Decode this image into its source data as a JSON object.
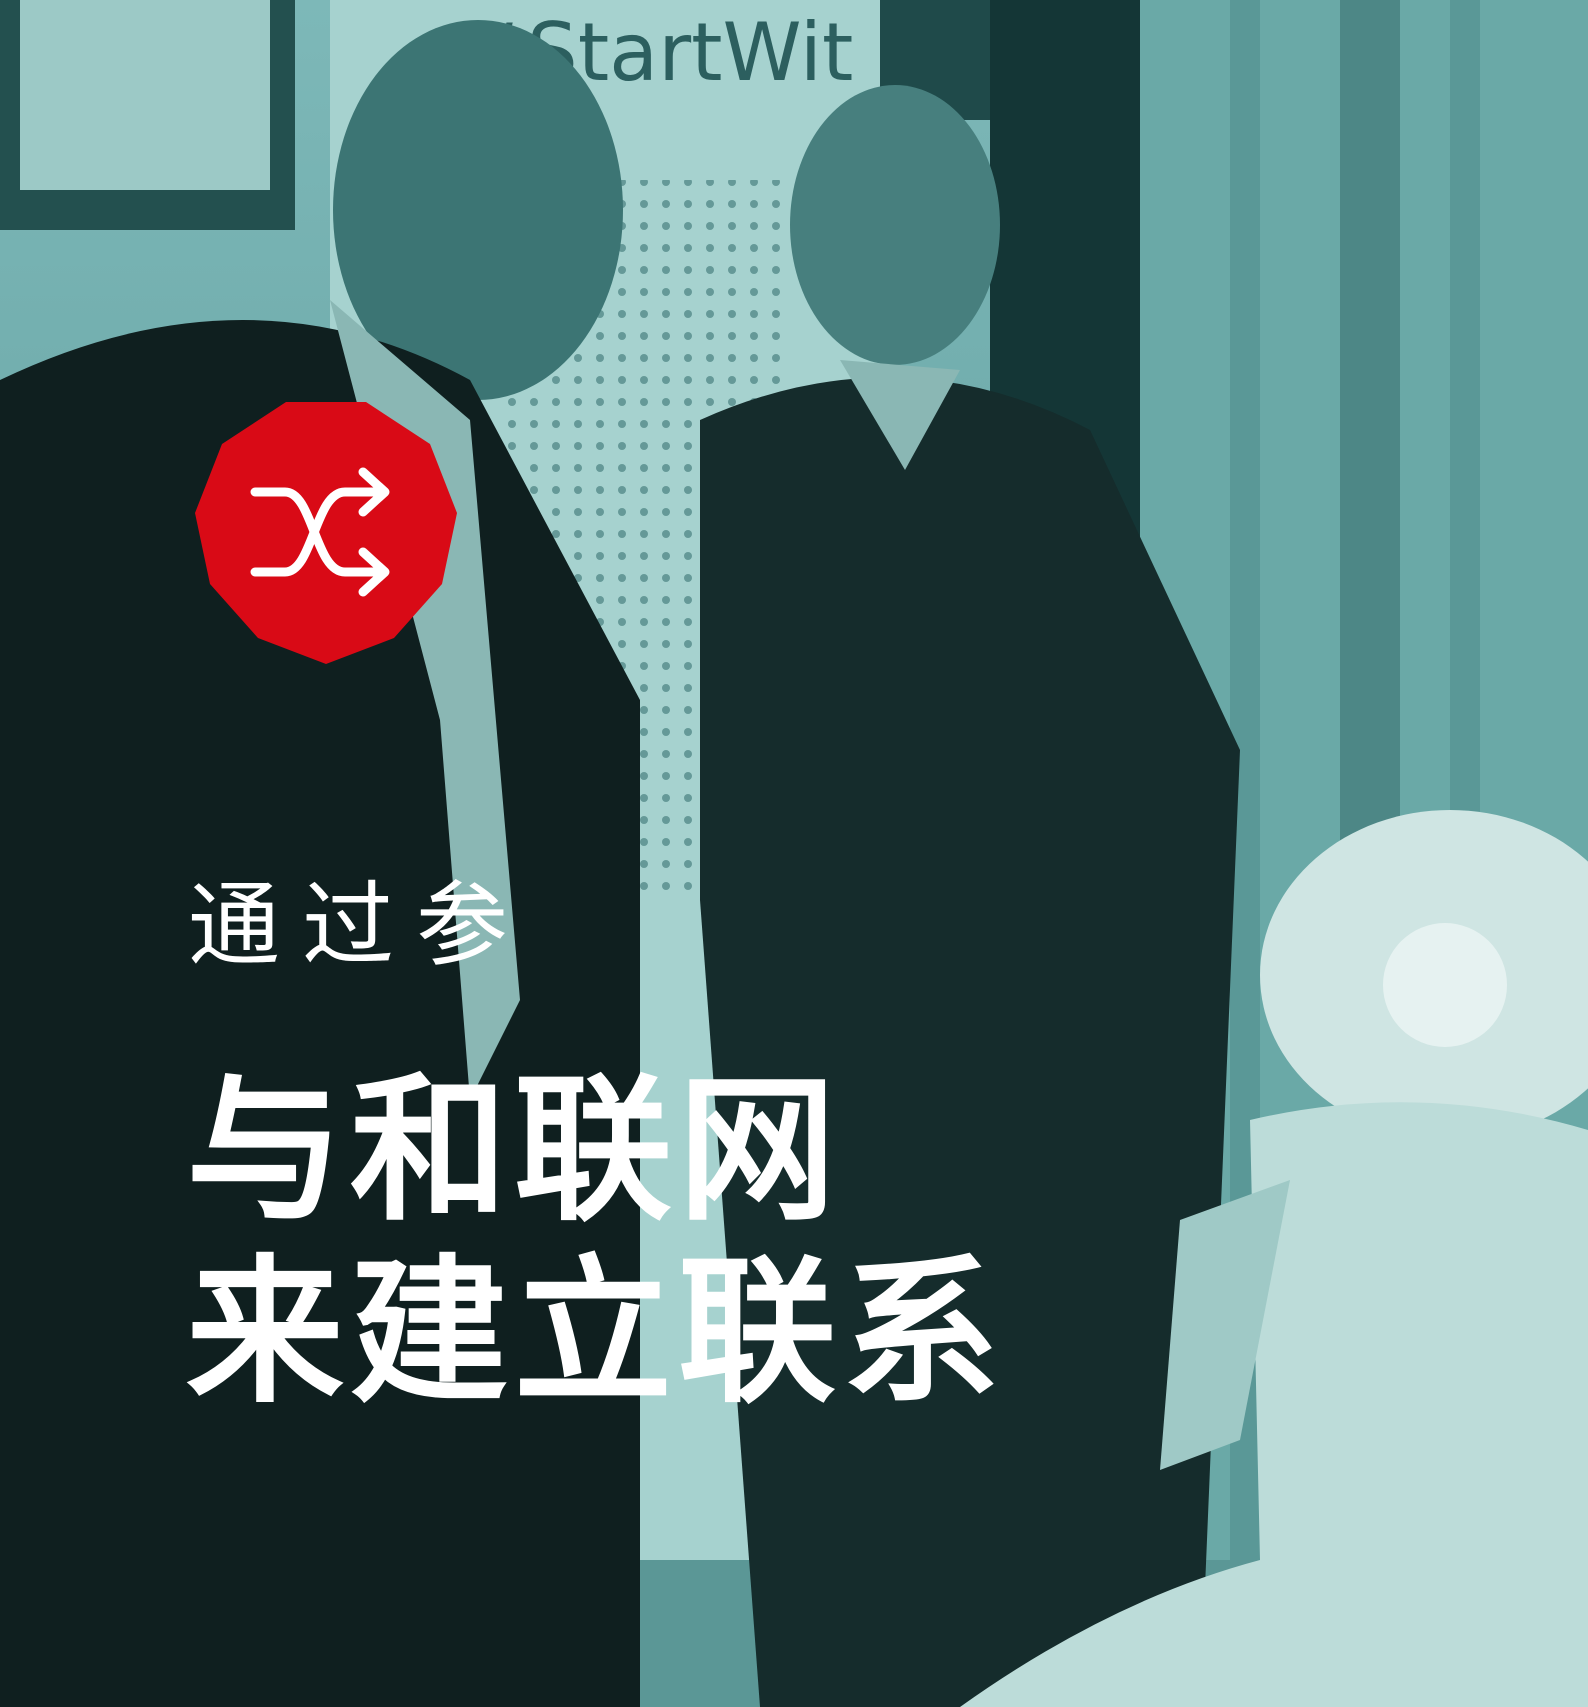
{
  "photo": {
    "description_tag": "photo",
    "banner_text": "#StartWit"
  },
  "badge": {
    "icon": "shuffle-icon",
    "color": "#d90a16"
  },
  "text": {
    "subtitle": "通过参",
    "headline_line1": "与和联网",
    "headline_line2": "来建立联系"
  },
  "colors": {
    "tint": "#5fa0a0",
    "text": "#ffffff",
    "accent": "#d90a16"
  }
}
